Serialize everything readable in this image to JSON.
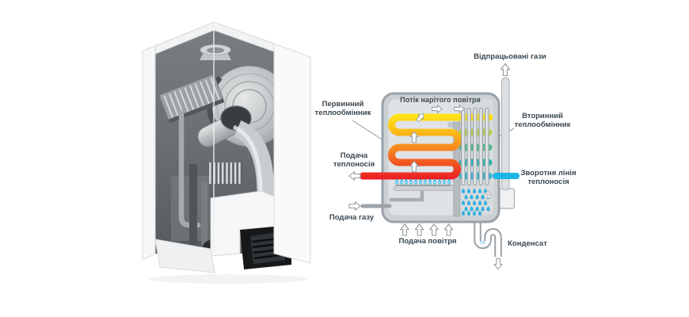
{
  "diagram": {
    "labels": {
      "exhaust_gases": "Відпрацьовані гази",
      "heated_air_flow": "Потік нарітого повітря",
      "primary_heat_exchanger": "Первинний\nтеплообмінник",
      "secondary_heat_exchanger": "Вторинний\nтеплообмінник",
      "heat_carrier_supply": "Подача\nтеплоносія",
      "heat_carrier_return": "Зворотня лінія\nтеплоносія",
      "gas_supply": "Подача газу",
      "air_supply": "Подача повітря",
      "condensate": "Конденсат"
    },
    "colors": {
      "supply_pipe_red": "#ec1c24",
      "coil_yellow": "#ffe617",
      "coil_orange": "#f67b1f",
      "return_pipe_cyan": "#1db4e6",
      "droplet_blue": "#2fb0e0",
      "flame_blue": "#29b6e8",
      "body_gray": "#ccd1d4",
      "body_stroke_gray": "#9aa1a7",
      "label_text": "#3a4750",
      "background": "#ffffff"
    }
  }
}
